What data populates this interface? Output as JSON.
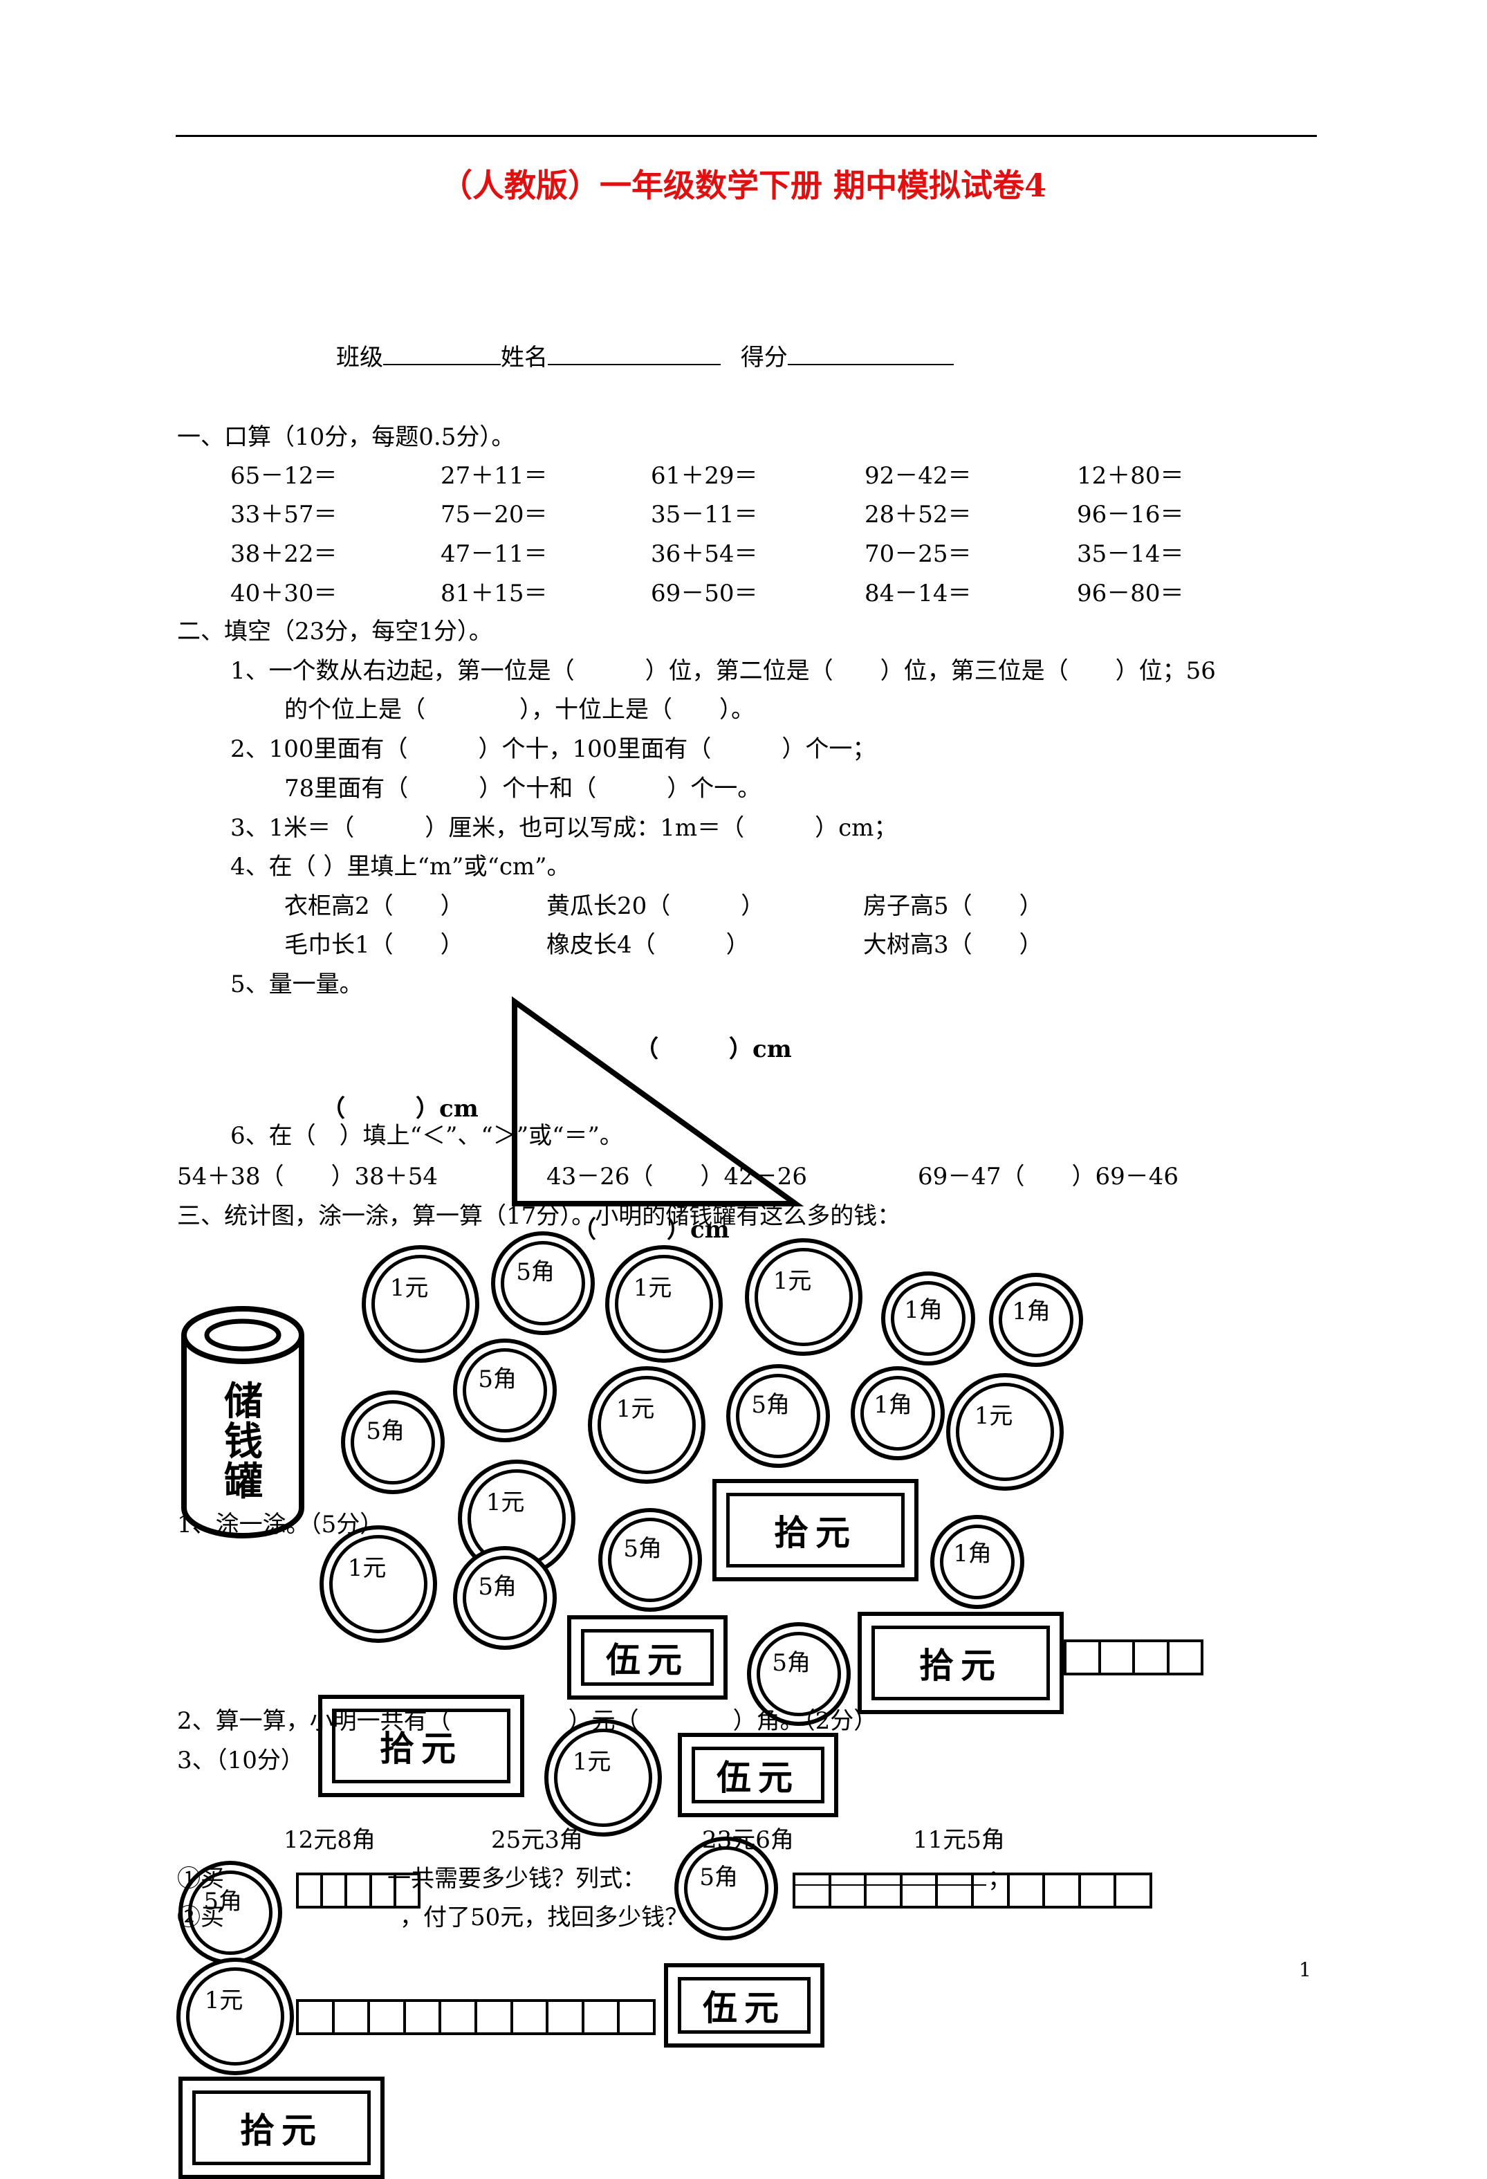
{
  "title": "（人教版）一年级数学下册 期中模拟试卷4",
  "header": {
    "class_label": "班级",
    "name_label": "姓名",
    "score_label": "得分"
  },
  "s1": {
    "heading": "一、口算（10分，每题0.5分）。",
    "rows": [
      [
        "65－12＝",
        "27＋11＝",
        "61＋29＝",
        "92－42＝",
        "12＋80＝"
      ],
      [
        "33＋57＝",
        "75－20＝",
        "35－11＝",
        "28＋52＝",
        "96－16＝"
      ],
      [
        "38＋22＝",
        "47－11＝",
        "36＋54＝",
        "70－25＝",
        "35－14＝"
      ],
      [
        "40＋30＝",
        "81＋15＝",
        "69－50＝",
        "84－14＝",
        "96－80＝"
      ]
    ]
  },
  "s2": {
    "heading": "二、填空（23分，每空1分）。",
    "q1a": "1、一个数从右边起，第一位是（　　　）位，第二位是（　　）位，第三位是（　　）位；56",
    "q1b": "的个位上是（　　　　），十位上是（　　）。",
    "q2a": "2、100里面有（　　　）个十，100里面有（　　　）个一；",
    "q2b": "78里面有（　　　）个十和（　　　）个一。",
    "q3": "3、1米＝（　　　）厘米，也可以写成：1m＝（　　　）cm；",
    "q4": "4、在（ ）里填上“m”或“cm”。",
    "q4_items": [
      "衣柜高2（　　）",
      "黄瓜长20（　　　）",
      "房子高5（　　）",
      "毛巾长1（　　）",
      "橡皮长4（　　　）",
      "大树高3（　　）"
    ],
    "q5": "5、量一量。",
    "q5_a": "（　　　）cm",
    "q5_b": "（　　　）cm",
    "q5_c": "（　　　）cm",
    "q6": "6、在（　）填上“＜”、“＞”或“＝”。",
    "q6_items": [
      "54＋38（　　）38＋54",
      "43－26（　　）42－26",
      "69－47（　　）69－46"
    ]
  },
  "s3": {
    "heading": "三、统计图，涂一涂，算一算（17分）。小明的储钱罐有这么多的钱：",
    "bank_label": "储钱罐",
    "q1": "1、涂一涂。（5分）",
    "q2": "2、算一算，小明一共有（　　　　　）元（　　　　）角。（2分）",
    "q3": "3、（10分）",
    "prices": [
      "12元8角",
      "25元3角",
      "23元6角",
      "11元5角"
    ],
    "line1a": "①买",
    "line1b": "一共需要多少钱？列式：",
    "line1c": "；",
    "line2a": "②买",
    "line2b": "，付了50元，找回多少钱？",
    "denominations": {
      "yuan1": "1元",
      "jiao5": "5角",
      "jiao1": "1角",
      "shi": "拾元",
      "wu": "伍元"
    }
  },
  "page_number": "1"
}
